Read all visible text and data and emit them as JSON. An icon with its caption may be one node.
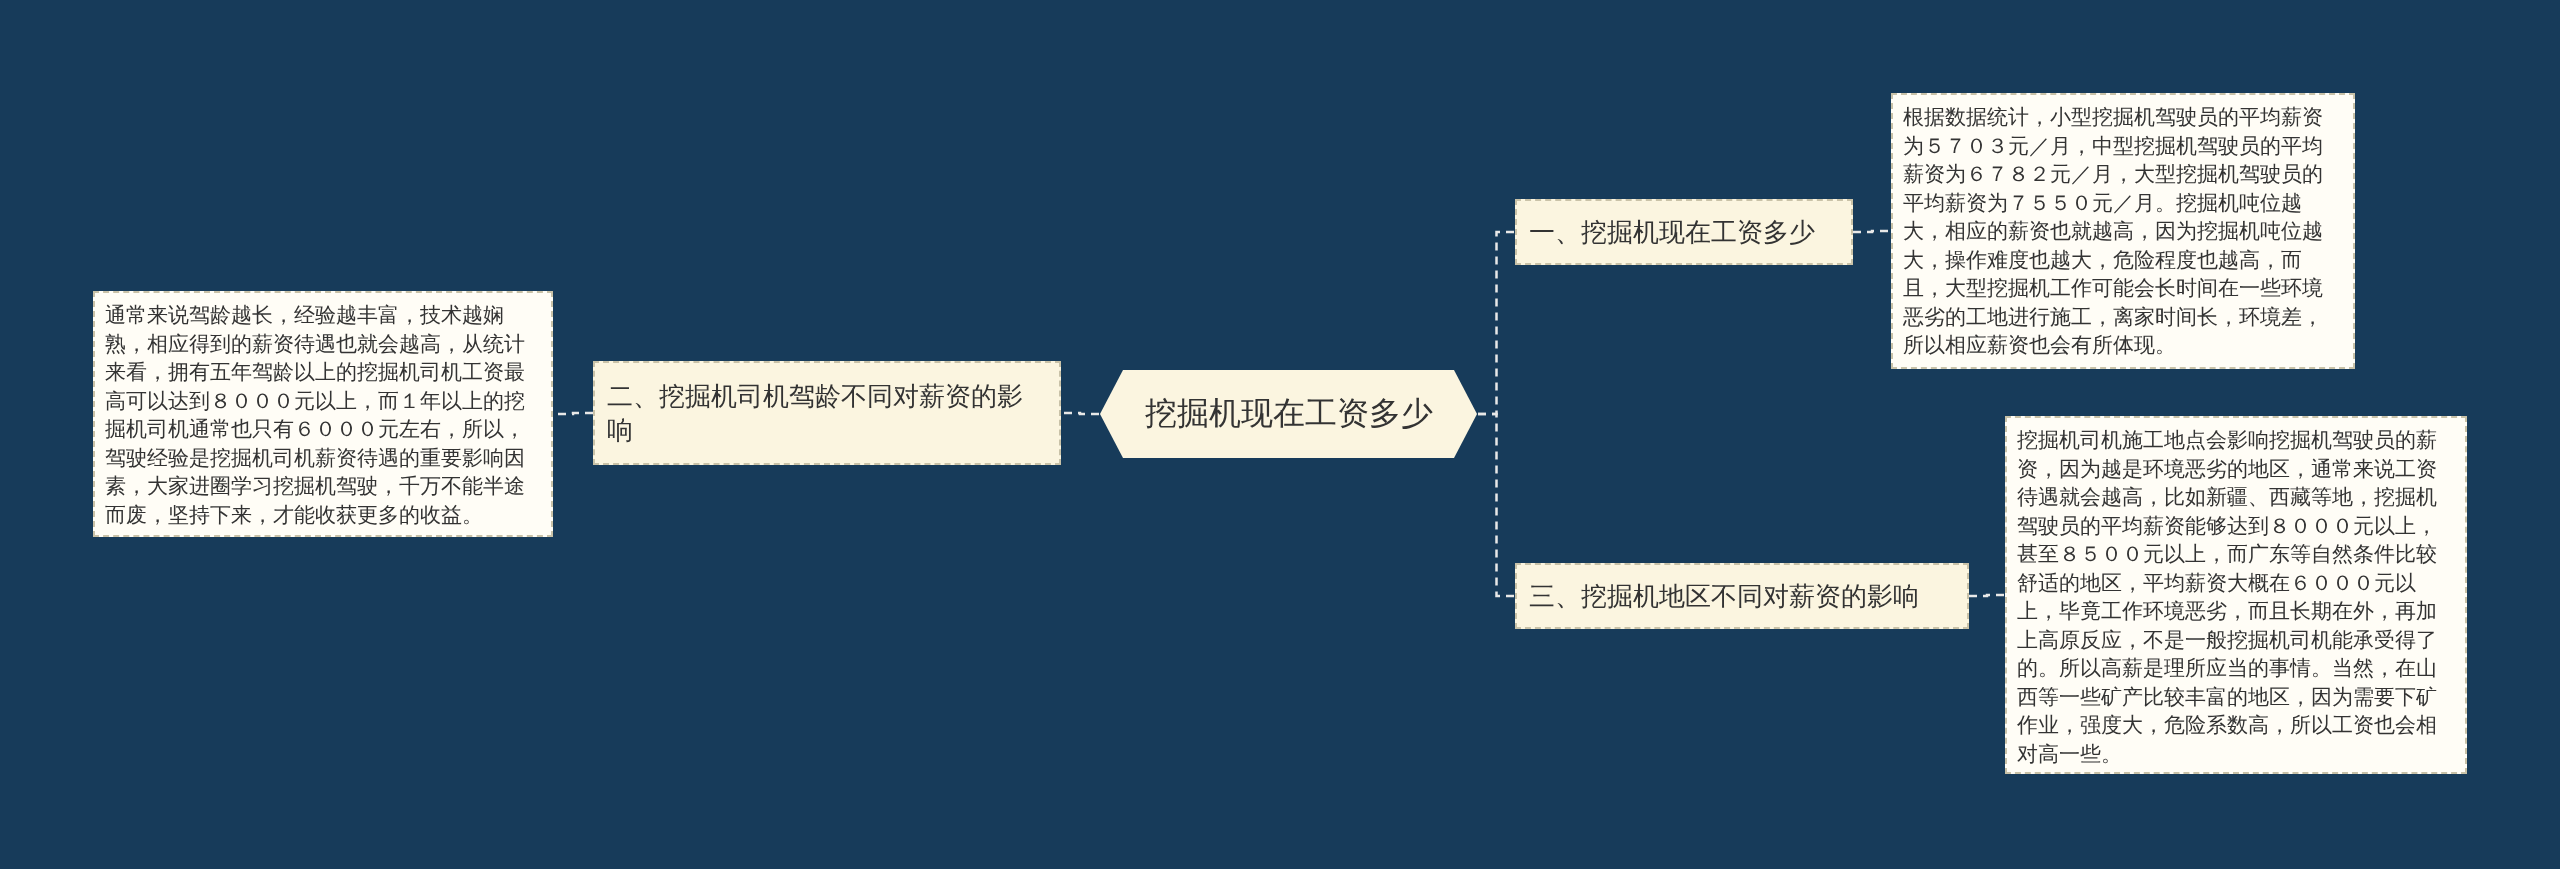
{
  "diagram": {
    "nodes": [
      {
        "text": [
          "挖掘机现在工资多少"
        ]
      },
      {
        "text": [
          "一、挖掘机现在工资多少"
        ]
      },
      {
        "text": [
          "根据数据统计，小型挖掘机驾驶员的平均薪资为５７０３元／月，中型挖掘机驾驶员的平均薪资为６７８２元／月，大型挖掘机驾驶员的平均薪资为７５５０元／月。挖掘机吨位越大，相应的薪资也就越高，因为挖掘机吨位越大，操作难度也越大，危险程度也越高，而且，大型挖掘机工作可能会长时间在一些环境恶劣的工地进行施工，离家时间长，环境差，所以相应薪资也会有所体现。"
        ]
      },
      {
        "text": [
          "二、挖掘机司机驾龄不同对薪资的影响"
        ]
      },
      {
        "text": [
          "通常来说驾龄越长，经验越丰富，技术越娴熟，相应得到的薪资待遇也就会越高，从统计来看，拥有五年驾龄以上的挖掘机司机工资最高可以达到８０００元以上，而１年以上的挖掘机司机通常也只有６０００元左右，所以，驾驶经验是挖掘机司机薪资待遇的重要影响因素，大家进圈学习挖掘机驾驶，千万不能半途而废，坚持下来，才能收获更多的收益。"
        ]
      },
      {
        "text": [
          "三、挖掘机地区不同对薪资的影响"
        ]
      },
      {
        "text": [
          "挖掘机司机施工地点会影响挖掘机驾驶员的薪资，因为越是环境恶劣的地区，通常来说工资待遇就会越高，比如新疆、西藏等地，挖掘机驾驶员的平均薪资能够达到８０００元以上，甚至８５００元以上，而广东等自然条件比较舒适的地区，平均薪资大概在６０００元以上，毕竟工作环境恶劣，而且长期在外，再加上高原反应，不是一般挖掘机司机能承受得了的。所以高薪是理所应当的事情。当然，在山西等一些矿产比较丰富的地区，因为需要下矿作业，强度大，危险系数高，所以工资也会相对高一些。"
        ]
      }
    ],
    "edges": [
      {
        "from": 0,
        "to": 1,
        "arrow": "none",
        "style": "dashed"
      },
      {
        "from": 1,
        "to": 2,
        "arrow": "none",
        "style": "dashed"
      },
      {
        "from": 0,
        "to": 3,
        "arrow": "none",
        "style": "dashed"
      },
      {
        "from": 3,
        "to": 4,
        "arrow": "none",
        "style": "dashed"
      },
      {
        "from": 0,
        "to": 5,
        "arrow": "none",
        "style": "dashed"
      },
      {
        "from": 5,
        "to": 6,
        "arrow": "none",
        "style": "dashed"
      }
    ]
  }
}
